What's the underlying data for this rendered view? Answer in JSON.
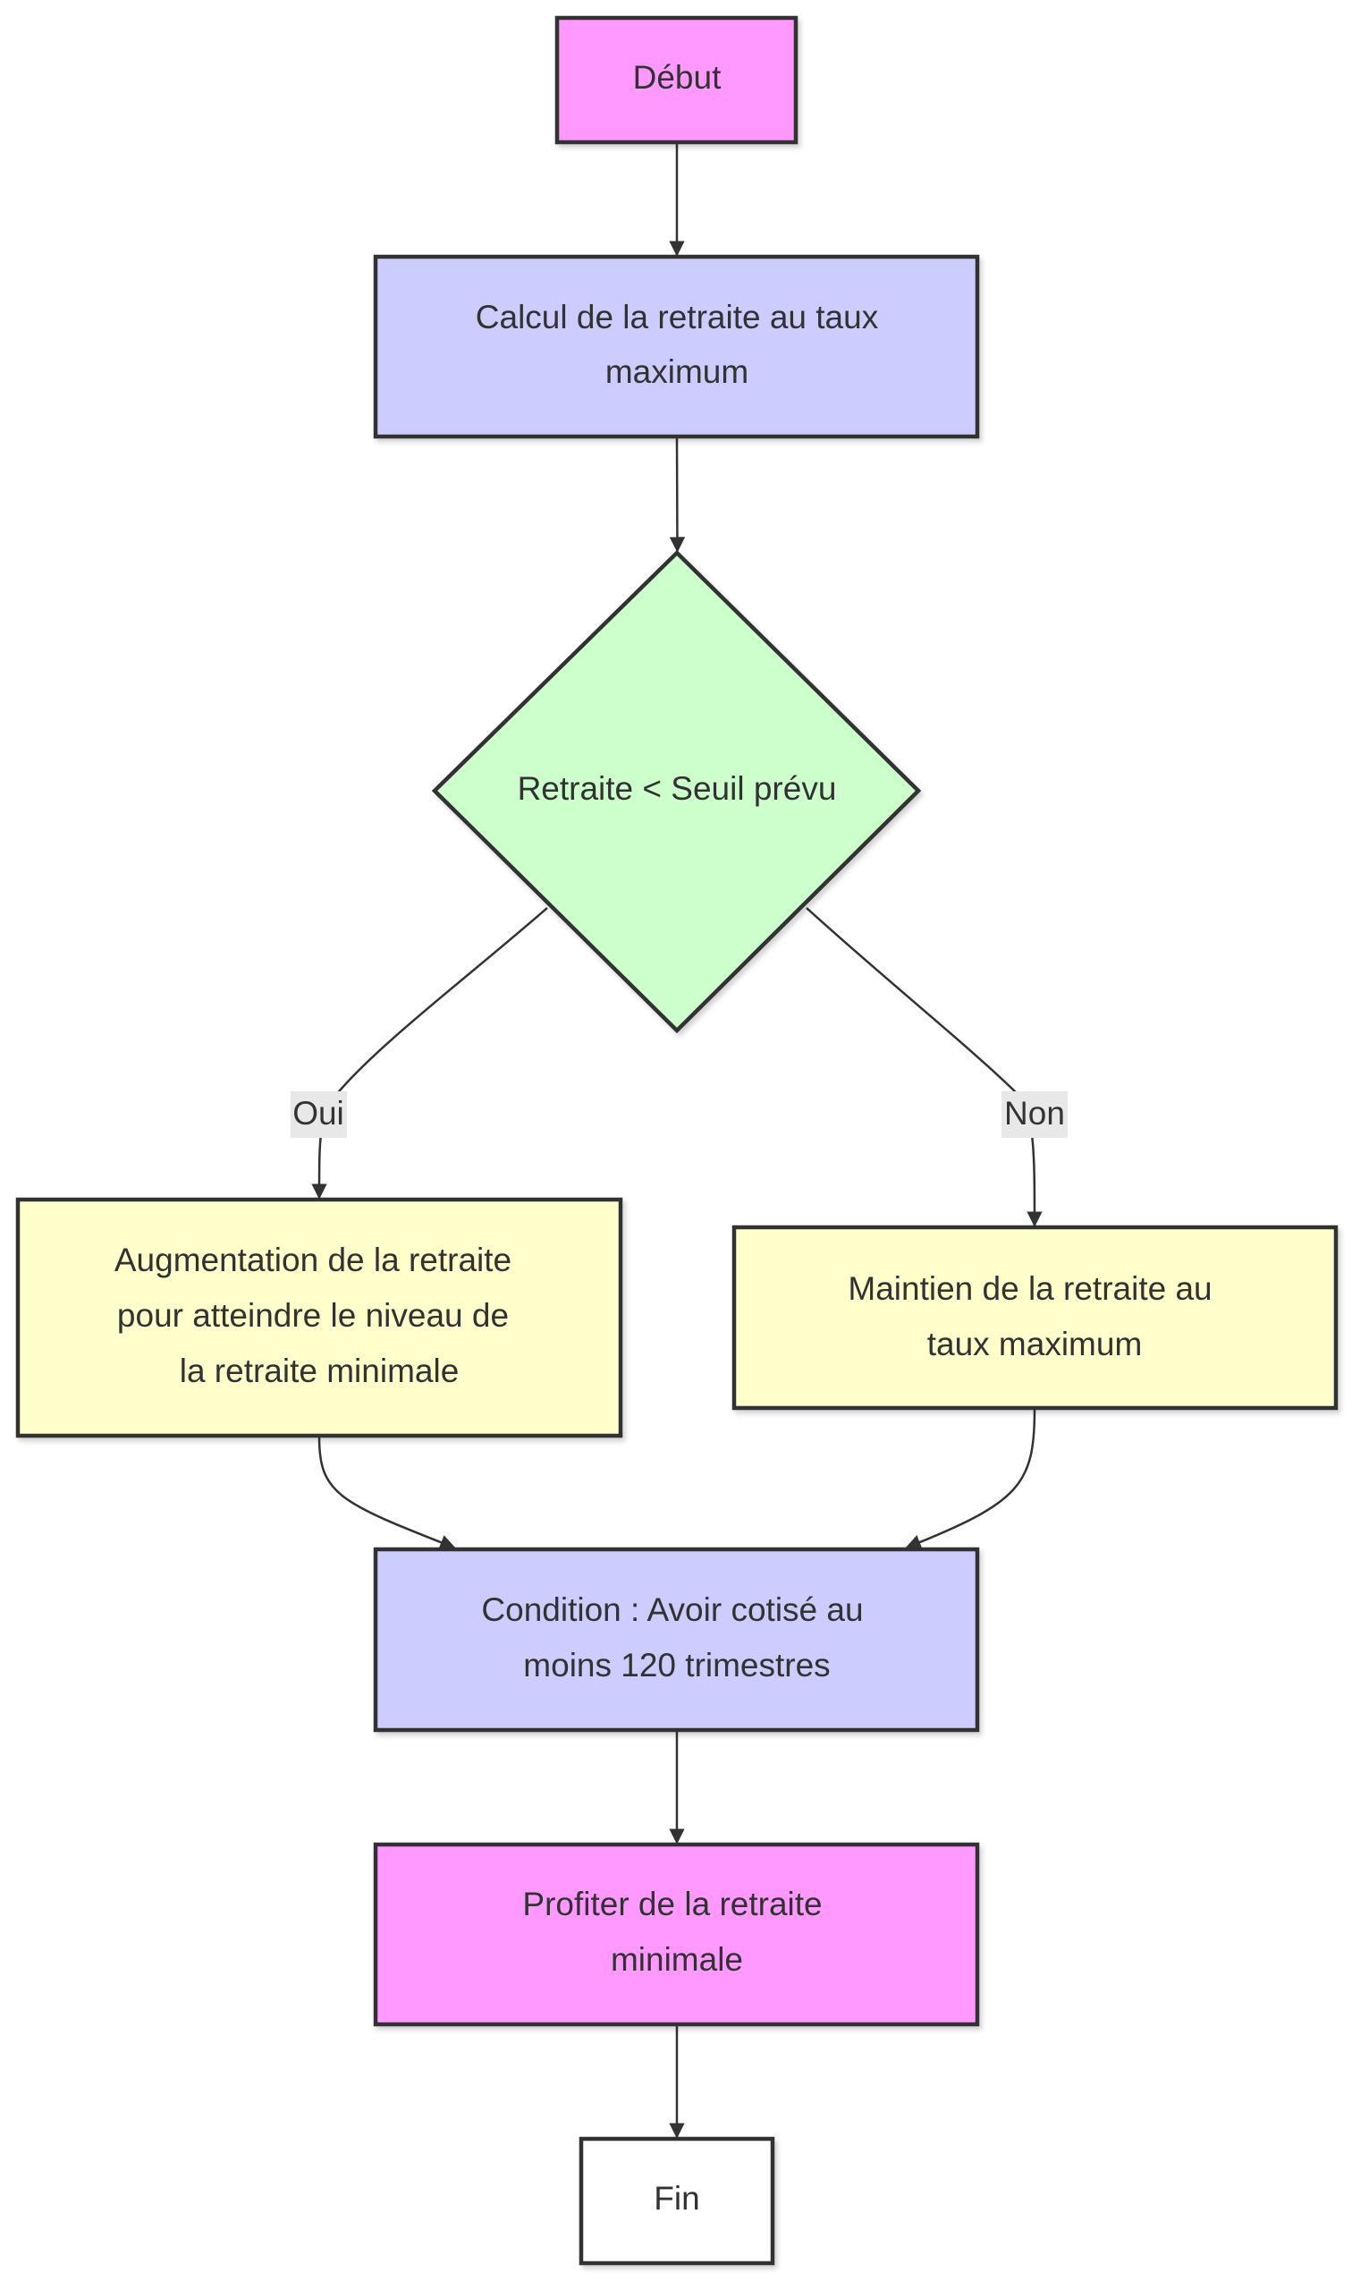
{
  "diagram": {
    "colors": {
      "start_end": "#ff99ff",
      "process": "#ccccff",
      "decision": "#ccffcc",
      "outcome": "#ffffcc",
      "final": "#ffffff"
    },
    "nodes": {
      "debut": {
        "lines": [
          "Début"
        ]
      },
      "calcul": {
        "lines": [
          "Calcul de la retraite au taux",
          "maximum"
        ]
      },
      "decision": {
        "lines": [
          "Retraite < Seuil prévu"
        ]
      },
      "augmentation": {
        "lines": [
          "Augmentation de la retraite",
          "pour atteindre le niveau de",
          "la retraite minimale"
        ]
      },
      "maintien": {
        "lines": [
          "Maintien de la retraite au",
          "taux maximum"
        ]
      },
      "condition": {
        "lines": [
          "Condition : Avoir cotisé au",
          "moins 120 trimestres"
        ]
      },
      "profiter": {
        "lines": [
          "Profiter de la retraite",
          "minimale"
        ]
      },
      "fin": {
        "lines": [
          "Fin"
        ]
      }
    },
    "edge_labels": {
      "oui": "Oui",
      "non": "Non"
    }
  }
}
